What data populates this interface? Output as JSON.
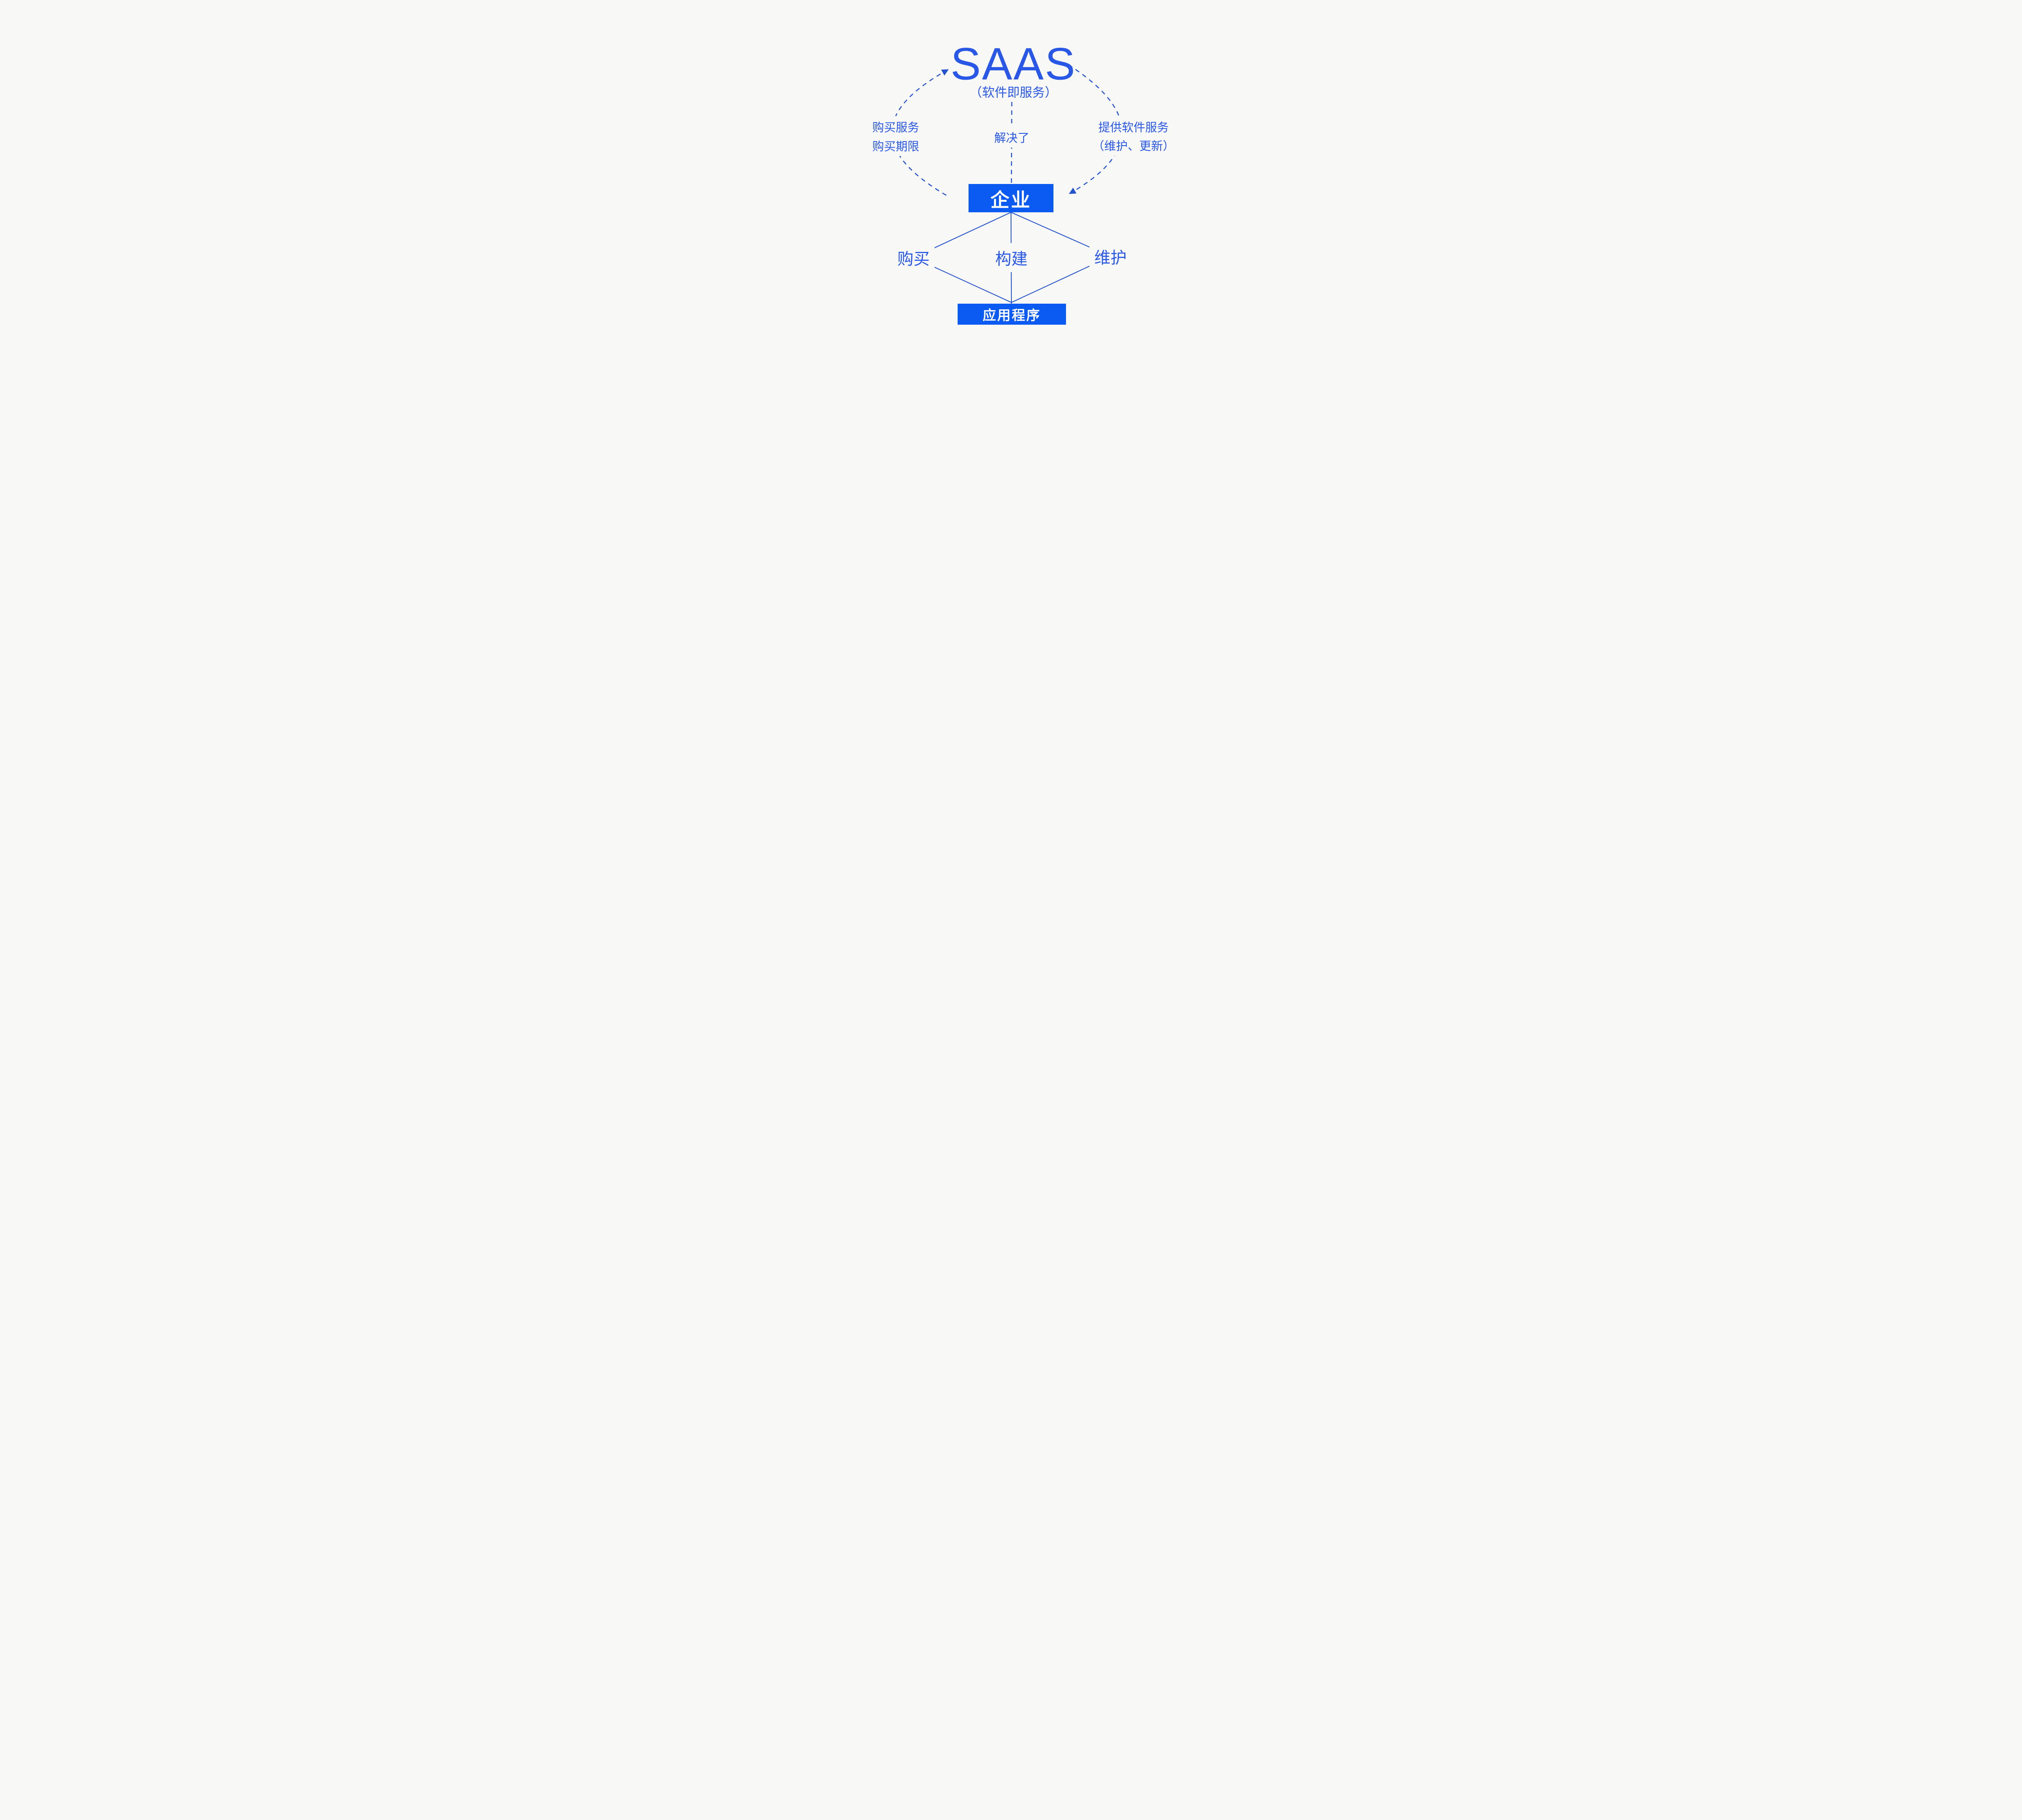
{
  "diagram": {
    "title": "SAAS",
    "subtitle": "（软件即服务）",
    "left_arc_labels": [
      "购买服务",
      "购买期限"
    ],
    "center_link_label": "解决了",
    "right_arc_labels": [
      "提供软件服务",
      "（维护、更新）"
    ],
    "enterprise_box_label": "企业",
    "middle_nodes": [
      "购买",
      "构建",
      "维护"
    ],
    "app_box_label": "应用程序",
    "colors": {
      "background": "#F8F8F6",
      "box_blue": "#0B5AF1",
      "line_blue": "#2553CE",
      "text_blue": "#2A58E6"
    }
  }
}
